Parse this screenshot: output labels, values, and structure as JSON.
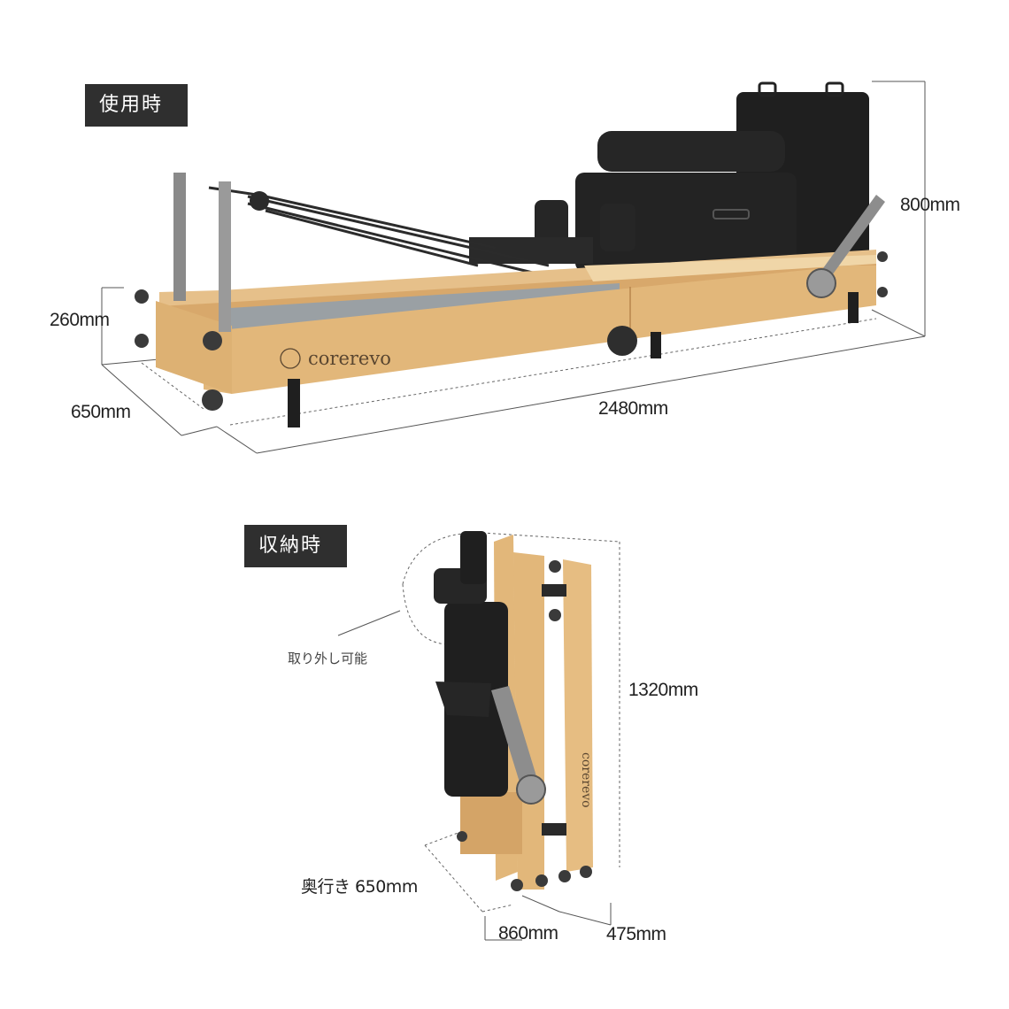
{
  "in_use": {
    "tag": "使用時",
    "height": "800mm",
    "frame_height": "260mm",
    "width": "650mm",
    "length": "2480mm",
    "brand": "corerevo"
  },
  "storage": {
    "tag": "収納時",
    "removable_note": "取り外し可能",
    "height": "1320mm",
    "depth": "奥行き 650mm",
    "width_front": "860mm",
    "width_side": "475mm",
    "brand": "corerevo"
  },
  "colors": {
    "wood": "#e2b77a",
    "wood_dark": "#c8955a",
    "upholstery": "#1f1f1f",
    "tag_bg": "#2f2f2f"
  }
}
